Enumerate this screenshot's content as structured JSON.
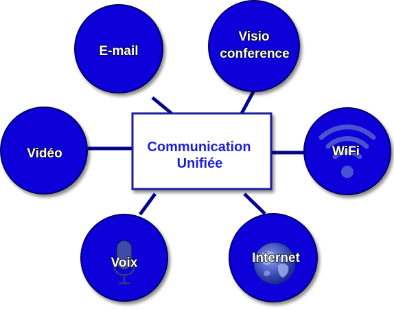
{
  "diagram": {
    "center": {
      "line1": "Communication",
      "line2": "Unifiée"
    },
    "nodes": {
      "email": "E-mail",
      "visio_line1": "Visio",
      "visio_line2": "conference",
      "video": "Vidéo",
      "wifi": "WiFi",
      "voix": "Voix",
      "internet": "Internet"
    }
  },
  "colors": {
    "node_fill": "#0a06d8",
    "node_stroke": "#000066",
    "connector": "#05058a",
    "center_border": "#1a1a9e",
    "center_text": "#1f1fd8",
    "icon_tint": "#5e6fd0"
  },
  "icons": {
    "wifi": "wifi-icon",
    "voix": "microphone-icon",
    "internet": "globe-icon"
  }
}
